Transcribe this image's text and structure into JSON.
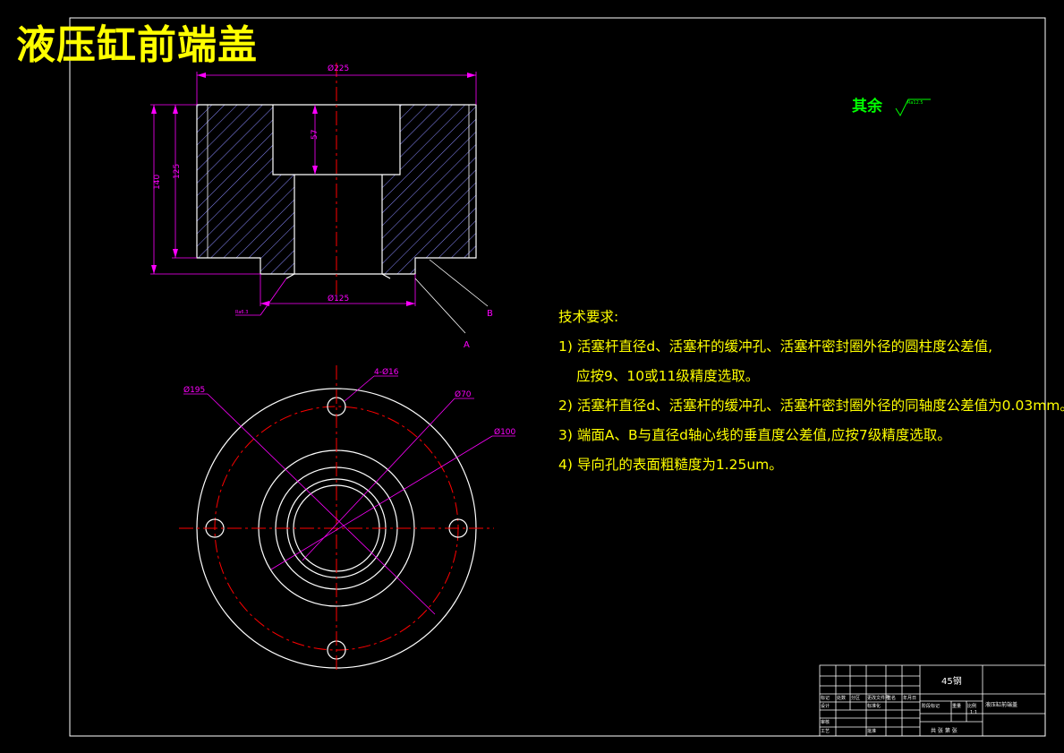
{
  "title": "液压缸前端盖",
  "roughness": {
    "label": "其余",
    "value": "Ra12.5"
  },
  "dimensions": {
    "overall_width": "Ø225",
    "height_total": "140",
    "height_body": "125",
    "counterbore_depth": "57",
    "bottom_diameter": "Ø125",
    "bottom_roughness": "Ra6.3",
    "datum_a": "A",
    "datum_b": "B",
    "plan_outer": "Ø195",
    "plan_holes": "4-Ø16",
    "plan_bore": "Ø70",
    "plan_bolt_circle": "Ø100"
  },
  "tech_requirements": {
    "heading": "技术要求:",
    "items": [
      "1) 活塞杆直径d、活塞杆的缓冲孔、活塞杆密封圈外径的圆柱度公差值,",
      "应按9、10或11级精度选取。",
      "2) 活塞杆直径d、活塞杆的缓冲孔、活塞杆密封圈外径的同轴度公差值为0.03mm。",
      "3) 端面A、B与直径d轴心线的垂直度公差值,应按7级精度选取。",
      "4) 导向孔的表面粗糙度为1.25um。"
    ]
  },
  "title_block": {
    "material": "45钢",
    "part_name": "液压缸前端盖",
    "scale": "1:1",
    "row_labels": [
      "标记",
      "处数",
      "分区",
      "更改文件号",
      "签名",
      "年月日"
    ],
    "roles": [
      "设计",
      "标准化",
      "审核",
      "工艺",
      "批准"
    ],
    "stage_labels": [
      "阶段标记",
      "重量",
      "比例"
    ],
    "sheet_label": "共 张 第 张"
  },
  "colors": {
    "frame": "#ffffff",
    "section_outline": "#ffffff",
    "hatch": "#8a8aff",
    "dimension": "#ff00ff",
    "centerline": "#ff0000",
    "title_text": "#ffff00",
    "roughness_text": "#00ff00",
    "notes_text": "#ffff00"
  }
}
